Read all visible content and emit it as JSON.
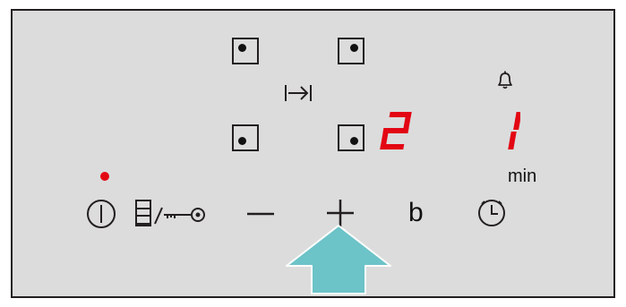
{
  "colors": {
    "panel_bg": "#dcdcdc",
    "border": "#231f20",
    "display_red": "#e30613",
    "arrow_teal": "#6cc3c8",
    "indicator_red": "#e30613"
  },
  "hob": {
    "zones": [
      {
        "id": "rear-left",
        "dot": "top-left"
      },
      {
        "id": "rear-right",
        "dot": "top-right"
      },
      {
        "id": "front-left",
        "dot": "bottom-left"
      },
      {
        "id": "front-right",
        "dot": "bottom-right"
      }
    ],
    "zone_display_value": "2",
    "timer_display_value": "1",
    "timer_unit": "min",
    "indicator_led": "red",
    "icons": {
      "power": "power-icon",
      "lock": "child-lock-icon",
      "minus": "minus-icon",
      "plus": "plus-icon",
      "timer": "clock-icon",
      "alarm": "bell-icon",
      "pointer": "arrow-up-icon",
      "move": "arrow-to-bar-icon"
    },
    "plus_label": "+",
    "minus_label": "—",
    "b_label": "b"
  }
}
